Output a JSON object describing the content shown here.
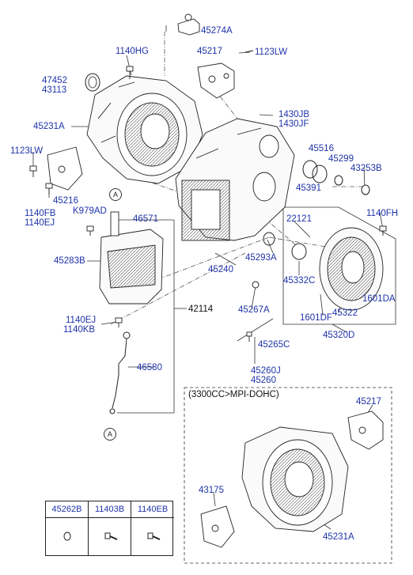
{
  "colors": {
    "label": "#1f33a8",
    "line": "#333333"
  },
  "variant_box": {
    "title": "(3300CC>MPI-DOHC)"
  },
  "markers": {
    "top": "A",
    "bottom": "A"
  },
  "legend": [
    {
      "code": "45262B",
      "icon": "o-ring-icon"
    },
    {
      "code": "11403B",
      "icon": "bolt-icon"
    },
    {
      "code": "1140EB",
      "icon": "bolt-icon"
    }
  ],
  "labels": {
    "p45274A": "45274A",
    "p1140HG": "1140HG",
    "p45217": "45217",
    "p1123LW_top": "1123LW",
    "p47452": "47452",
    "p43113": "43113",
    "p45231A": "45231A",
    "p1430JB": "1430JB",
    "p1430JF": "1430JF",
    "p1123LW_left": "1123LW",
    "p45516": "45516",
    "p45299": "45299",
    "p43253B": "43253B",
    "p45391": "45391",
    "p45216": "45216",
    "p1140FB": "1140FB",
    "p1140EJ_a": "1140EJ",
    "pK979AD": "K979AD",
    "p46571": "46571",
    "p22121": "22121",
    "p1140FH": "1140FH",
    "p45283B": "45283B",
    "p45293A": "45293A",
    "p45240": "45240",
    "p45332C": "45332C",
    "p42114": "42114",
    "p45267A": "45267A",
    "p1601DA": "1601DA",
    "p45322": "45322",
    "p1601DF": "1601DF",
    "p1140EJ_b": "1140EJ",
    "p1140KB": "1140KB",
    "p45320D": "45320D",
    "p45265C": "45265C",
    "p46580": "46580",
    "p45260J": "45260J",
    "p45260": "45260",
    "p45217_b": "45217",
    "p43175": "43175",
    "p45231A_b": "45231A"
  }
}
